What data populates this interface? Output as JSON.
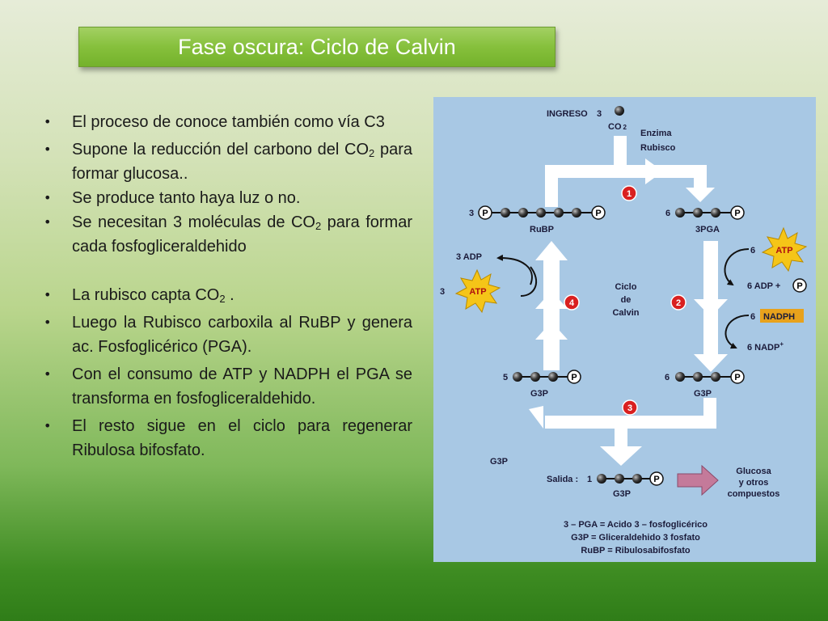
{
  "title": "Fase oscura: Ciclo de Calvin",
  "bullets": [
    {
      "text": "El proceso de conoce también como vía C3"
    },
    {
      "pre": "Supone la reducción del carbono del CO",
      "sub": "2",
      "post": " para formar glucosa.."
    },
    {
      "text": "Se produce tanto haya luz o no."
    },
    {
      "pre": "Se necesitan 3 moléculas de CO",
      "sub": "2",
      "post": " para formar  cada fosfogliceraldehido"
    },
    {
      "pre": "La rubisco capta CO",
      "sub": "2",
      "post": " ."
    },
    {
      "text": "Luego la Rubisco carboxila al RuBP y genera ac. Fosfoglicérico (PGA)."
    },
    {
      "text": "Con el consumo  de ATP y NADPH el PGA se transforma en fosfogliceraldehido."
    },
    {
      "text": "El resto  sigue en el ciclo para  regenerar Ribulosa bifosfato."
    }
  ],
  "diagram": {
    "ingreso": "INGRESO",
    "ingreso_count": "3",
    "co2": "CO",
    "co2_sub": "2",
    "enzima_line1": "Enzima",
    "enzima_line2": "Rubisco",
    "step_labels": [
      "1",
      "2",
      "3",
      "4"
    ],
    "phosphate": "P",
    "rubp_count": "3",
    "rubp_label": "RuBP",
    "pga_count": "6",
    "pga_label": "3PGA",
    "adp_left": "3 ADP",
    "atp_left_count": "3",
    "atp": "ATP",
    "atp_right_count": "6",
    "adp_right": "6 ADP +",
    "nadph_count": "6",
    "nadph": "NADPH",
    "nadp": "6 NADP",
    "nadp_sup": "+",
    "center_line1": "Ciclo",
    "center_line2": "de",
    "center_line3": "Calvin",
    "g3p_left_count": "5",
    "g3p_right_count": "6",
    "g3p": "G3P",
    "g3p_out_label": "G3P",
    "salida": "Salida :",
    "salida_count": "1",
    "glucosa_line1": "Glucosa",
    "glucosa_line2": "y otros",
    "glucosa_line3": "compuestos",
    "legend": [
      "3 – PGA = Acido 3 – fosfoglicérico",
      "G3P = Gliceraldehido 3 fosfato",
      "RuBP = Ribulosabifosfato"
    ],
    "colors": {
      "panel": "#a8c8e4",
      "arrow": "#ffffff",
      "atp_burst": "#f5c518",
      "nadph_box": "#e8a21c",
      "step_marker": "#d92020",
      "output_arrow": "#c47a9a"
    }
  }
}
